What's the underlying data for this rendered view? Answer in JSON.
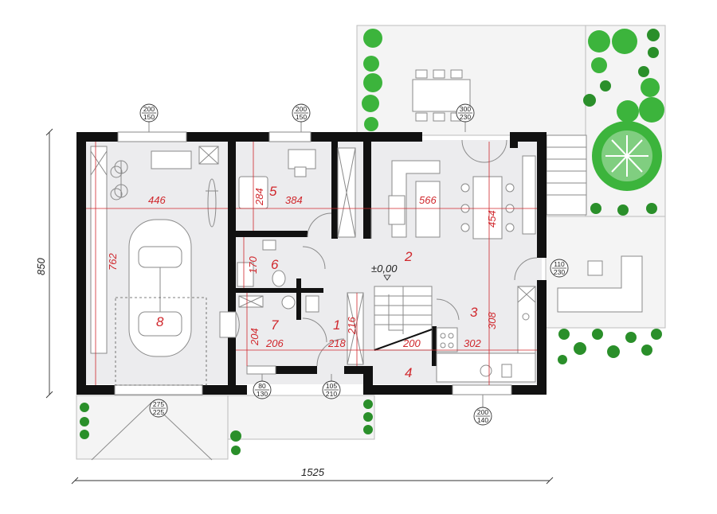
{
  "plan": {
    "overall_width": "1525",
    "overall_depth": "850",
    "level_mark": "±0,00",
    "rooms": [
      {
        "num": "1"
      },
      {
        "num": "2"
      },
      {
        "num": "3"
      },
      {
        "num": "4"
      },
      {
        "num": "5"
      },
      {
        "num": "6"
      },
      {
        "num": "7"
      },
      {
        "num": "8"
      }
    ],
    "dimensions": [
      "446",
      "384",
      "284",
      "566",
      "454",
      "762",
      "170",
      "204",
      "206",
      "218",
      "216",
      "200",
      "302",
      "308"
    ],
    "openings": [
      {
        "w": "200",
        "h": "150"
      },
      {
        "w": "200",
        "h": "150"
      },
      {
        "w": "300",
        "h": "230"
      },
      {
        "w": "110",
        "h": "230"
      },
      {
        "w": "80",
        "h": "130"
      },
      {
        "w": "105",
        "h": "210"
      },
      {
        "w": "200",
        "h": "140"
      },
      {
        "w": "275",
        "h": "225"
      }
    ]
  }
}
